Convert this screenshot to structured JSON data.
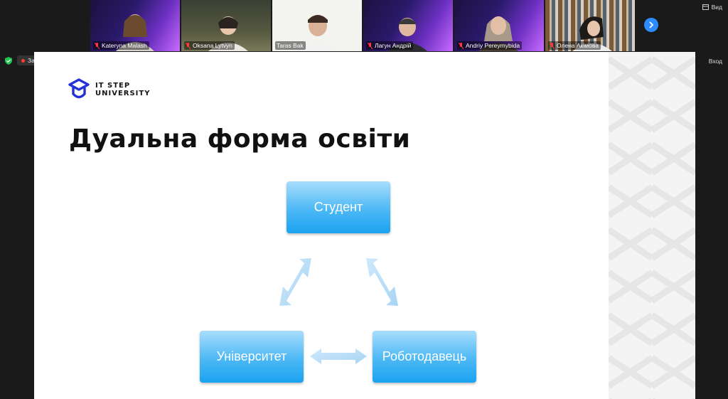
{
  "participants": [
    {
      "name": "Kateryna Malash",
      "muted": true
    },
    {
      "name": "Oksana Lytvyn",
      "muted": true
    },
    {
      "name": "Taras Bak",
      "muted": false
    },
    {
      "name": "Лагун Андрій",
      "muted": true
    },
    {
      "name": "Andriy Pereymybida",
      "muted": true
    },
    {
      "name": "Олена Акімова",
      "muted": true
    }
  ],
  "controls": {
    "view_label": "Вид",
    "exit_label": "Вход",
    "recording_label": "Запись"
  },
  "slide": {
    "logo_line1": "IT STEP",
    "logo_line2": "UNIVERSITY",
    "title": "Дуальна форма освіти",
    "nodes": {
      "top": "Студент",
      "left": "Університет",
      "right": "Роботодавець"
    }
  },
  "colors": {
    "accent": "#2d8cff",
    "logo": "#2332d6",
    "box_bottom": "#1aa2f0",
    "arrow": "#b7dcf7"
  }
}
